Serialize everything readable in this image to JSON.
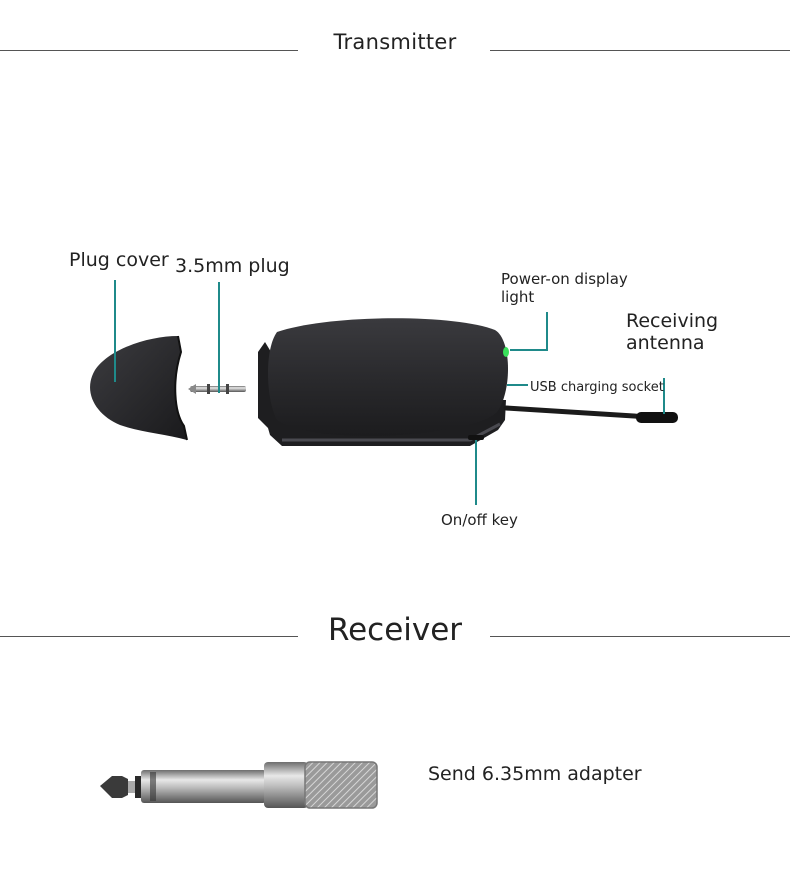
{
  "sections": {
    "transmitter_title": "Transmitter",
    "receiver_title": "Receiver"
  },
  "labels": {
    "plug_cover": "Plug cover",
    "plug_35": "3.5mm plug",
    "power_light": "Power-on display light",
    "power_light_l1": "Power-on display",
    "power_light_l2": "light",
    "antenna_l1": "Receiving",
    "antenna_l2": "antenna",
    "usb_socket": "USB charging socket",
    "onoff_key": "On/off key",
    "adapter": "Send 6.35mm adapter"
  },
  "colors": {
    "leader_line": "#1f8a8a",
    "rule": "#555555",
    "led": "#39e05a",
    "device_body": "#2b2b2e"
  }
}
